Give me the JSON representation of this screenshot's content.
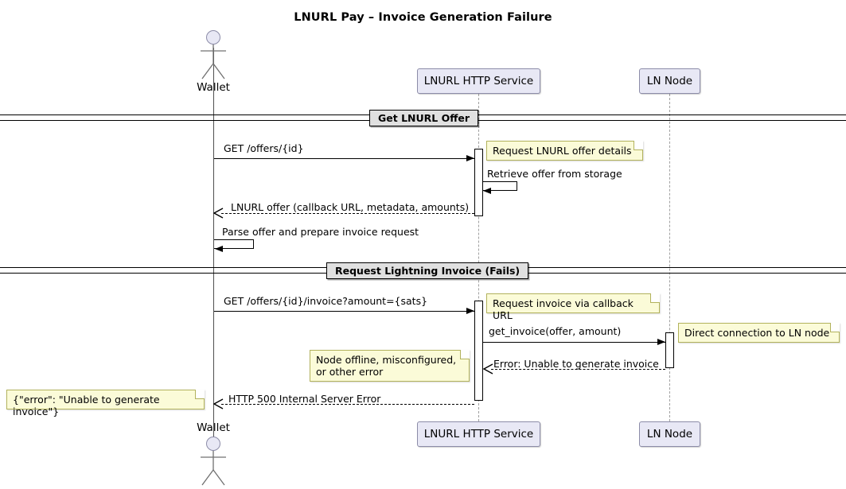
{
  "diagram": {
    "title": "LNURL Pay – Invoice Generation Failure",
    "type": "uml-sequence-diagram"
  },
  "participants": [
    {
      "id": "wallet",
      "label": "Wallet",
      "kind": "actor"
    },
    {
      "id": "service",
      "label": "LNURL HTTP Service",
      "kind": "box"
    },
    {
      "id": "node",
      "label": "LN Node",
      "kind": "box"
    }
  ],
  "participants_footer": [
    {
      "id": "wallet",
      "label": "Wallet",
      "kind": "actor"
    },
    {
      "id": "service",
      "label": "LNURL HTTP Service",
      "kind": "box"
    },
    {
      "id": "node",
      "label": "LN Node",
      "kind": "box"
    }
  ],
  "sections": [
    {
      "id": "section-1",
      "label": "Get LNURL Offer"
    },
    {
      "id": "section-2",
      "label": "Request Lightning Invoice (Fails)"
    }
  ],
  "messages": [
    {
      "id": "m1",
      "label": "GET /offers/{id}",
      "from": "wallet",
      "to": "service",
      "style": "solid"
    },
    {
      "id": "m2",
      "label": "Retrieve offer from storage",
      "from": "service",
      "to": "service",
      "style": "self"
    },
    {
      "id": "m3",
      "label": "LNURL offer (callback URL, metadata, amounts)",
      "from": "service",
      "to": "wallet",
      "style": "dashed"
    },
    {
      "id": "m4",
      "label": "Parse offer and prepare invoice request",
      "from": "wallet",
      "to": "wallet",
      "style": "self"
    },
    {
      "id": "m5",
      "label": "GET /offers/{id}/invoice?amount={sats}",
      "from": "wallet",
      "to": "service",
      "style": "solid"
    },
    {
      "id": "m6",
      "label": "get_invoice(offer, amount)",
      "from": "service",
      "to": "node",
      "style": "solid"
    },
    {
      "id": "m7",
      "label": "Error: Unable to generate invoice",
      "from": "node",
      "to": "service",
      "style": "dashed"
    },
    {
      "id": "m8",
      "label": "HTTP 500 Internal Server Error",
      "from": "service",
      "to": "wallet",
      "style": "dashed"
    }
  ],
  "notes": [
    {
      "id": "n1",
      "text": "Request LNURL offer details"
    },
    {
      "id": "n2",
      "text": "Request invoice via callback URL"
    },
    {
      "id": "n3",
      "text": "Direct connection to LN node"
    },
    {
      "id": "n4",
      "text": "Node offline, misconfigured, or other error"
    },
    {
      "id": "n5",
      "text": "{\"error\": \"Unable to generate invoice\"}"
    }
  ],
  "colors": {
    "participant_fill": "#e8e8f5",
    "participant_border": "#8c8ca8",
    "note_fill": "#fbfbd8",
    "note_border": "#b2b25c",
    "divider_fill": "#e0e0e0",
    "line": "#000000",
    "lifeline": "#a0a0a0",
    "background": "#ffffff"
  }
}
